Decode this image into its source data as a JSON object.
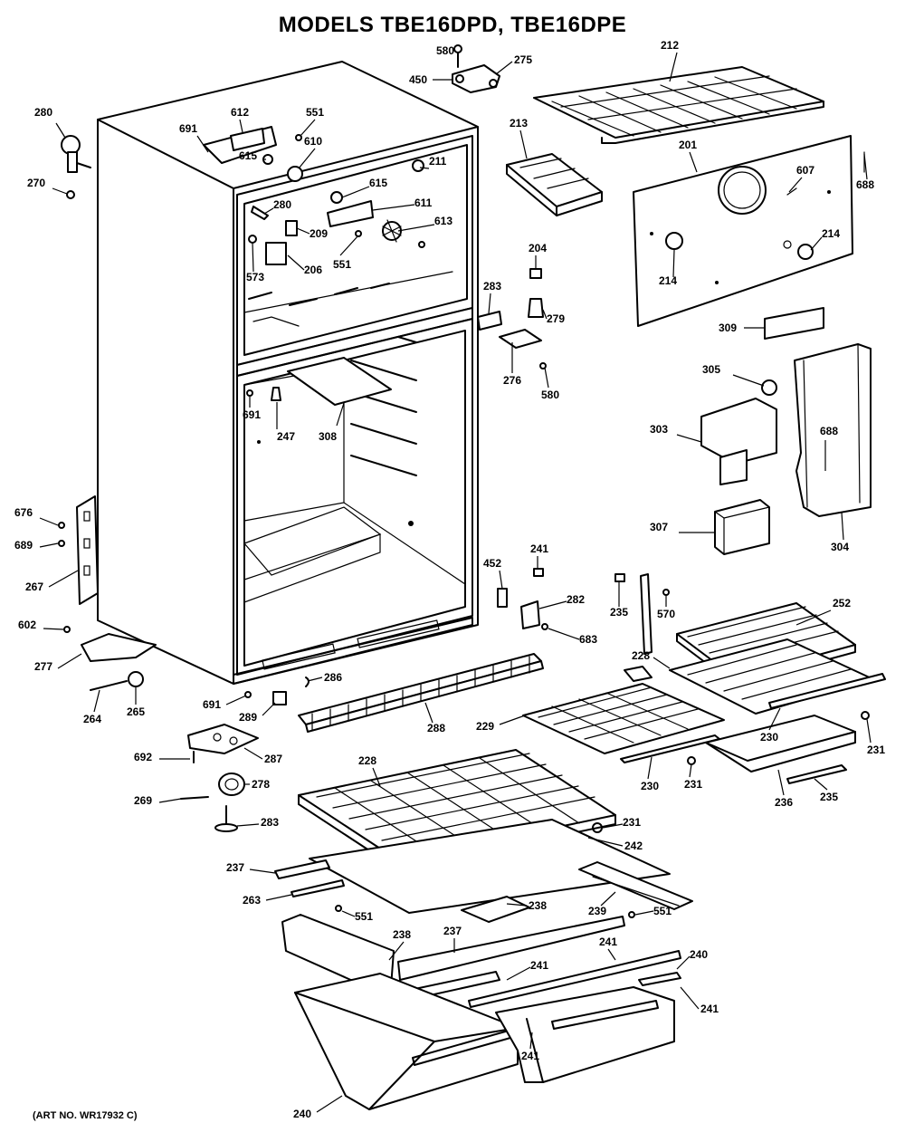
{
  "title": "MODELS TBE16DPD, TBE16DPE",
  "art_number": "(ART NO. WR17932 C)",
  "parts": [
    {
      "id": "p580a",
      "label": "580"
    },
    {
      "id": "p275",
      "label": "275"
    },
    {
      "id": "p450",
      "label": "450"
    },
    {
      "id": "p212",
      "label": "212"
    },
    {
      "id": "p280a",
      "label": "280"
    },
    {
      "id": "p612",
      "label": "612"
    },
    {
      "id": "p551a",
      "label": "551"
    },
    {
      "id": "p691a",
      "label": "691"
    },
    {
      "id": "p610",
      "label": "610"
    },
    {
      "id": "p615a",
      "label": "615"
    },
    {
      "id": "p211",
      "label": "211"
    },
    {
      "id": "p213",
      "label": "213"
    },
    {
      "id": "p201",
      "label": "201"
    },
    {
      "id": "p607",
      "label": "607"
    },
    {
      "id": "p688a",
      "label": "688"
    },
    {
      "id": "p270",
      "label": "270"
    },
    {
      "id": "p615b",
      "label": "615"
    },
    {
      "id": "p611",
      "label": "611"
    },
    {
      "id": "p280b",
      "label": "280"
    },
    {
      "id": "p613",
      "label": "613"
    },
    {
      "id": "p209",
      "label": "209"
    },
    {
      "id": "p204",
      "label": "204"
    },
    {
      "id": "p214a",
      "label": "214"
    },
    {
      "id": "p214b",
      "label": "214"
    },
    {
      "id": "p573",
      "label": "573"
    },
    {
      "id": "p206",
      "label": "206"
    },
    {
      "id": "p551b",
      "label": "551"
    },
    {
      "id": "p283a",
      "label": "283"
    },
    {
      "id": "p279",
      "label": "279"
    },
    {
      "id": "p309",
      "label": "309"
    },
    {
      "id": "p276a",
      "label": "276"
    },
    {
      "id": "p580b",
      "label": "580"
    },
    {
      "id": "p305a",
      "label": "305"
    },
    {
      "id": "p691b",
      "label": "691"
    },
    {
      "id": "p247",
      "label": "247"
    },
    {
      "id": "p308",
      "label": "308"
    },
    {
      "id": "p303",
      "label": "303"
    },
    {
      "id": "p688b",
      "label": "688"
    },
    {
      "id": "p676",
      "label": "676"
    },
    {
      "id": "p689",
      "label": "689"
    },
    {
      "id": "p267",
      "label": "267"
    },
    {
      "id": "p307",
      "label": "307"
    },
    {
      "id": "p304",
      "label": "304"
    },
    {
      "id": "p452",
      "label": "452"
    },
    {
      "id": "p241a",
      "label": "241"
    },
    {
      "id": "p235a",
      "label": "235"
    },
    {
      "id": "p570",
      "label": "570"
    },
    {
      "id": "p252",
      "label": "252"
    },
    {
      "id": "p282",
      "label": "282"
    },
    {
      "id": "p683",
      "label": "683"
    },
    {
      "id": "p602",
      "label": "602"
    },
    {
      "id": "p277",
      "label": "277"
    },
    {
      "id": "p228a",
      "label": "228"
    },
    {
      "id": "p286",
      "label": "286"
    },
    {
      "id": "p264",
      "label": "264"
    },
    {
      "id": "p265",
      "label": "265"
    },
    {
      "id": "p691c",
      "label": "691"
    },
    {
      "id": "p289",
      "label": "289"
    },
    {
      "id": "p288",
      "label": "288"
    },
    {
      "id": "p229",
      "label": "229"
    },
    {
      "id": "p230a",
      "label": "230"
    },
    {
      "id": "p231a",
      "label": "231"
    },
    {
      "id": "p692",
      "label": "692"
    },
    {
      "id": "p287",
      "label": "287"
    },
    {
      "id": "p230b",
      "label": "230"
    },
    {
      "id": "p231b",
      "label": "231"
    },
    {
      "id": "p236",
      "label": "236"
    },
    {
      "id": "p235b",
      "label": "235"
    },
    {
      "id": "p228b",
      "label": "228"
    },
    {
      "id": "p269",
      "label": "269"
    },
    {
      "id": "p278",
      "label": "278"
    },
    {
      "id": "p283b",
      "label": "283"
    },
    {
      "id": "p231c",
      "label": "231"
    },
    {
      "id": "p242",
      "label": "242"
    },
    {
      "id": "p237a",
      "label": "237"
    },
    {
      "id": "p263",
      "label": "263"
    },
    {
      "id": "p238a",
      "label": "238"
    },
    {
      "id": "p239",
      "label": "239"
    },
    {
      "id": "p551c",
      "label": "551"
    },
    {
      "id": "p238b",
      "label": "238"
    },
    {
      "id": "p237b",
      "label": "237"
    },
    {
      "id": "p551d",
      "label": "551"
    },
    {
      "id": "p241b",
      "label": "241"
    },
    {
      "id": "p240a",
      "label": "240"
    },
    {
      "id": "p241c",
      "label": "241"
    },
    {
      "id": "p241d",
      "label": "241"
    },
    {
      "id": "p241e",
      "label": "241"
    },
    {
      "id": "p240b",
      "label": "240"
    }
  ]
}
